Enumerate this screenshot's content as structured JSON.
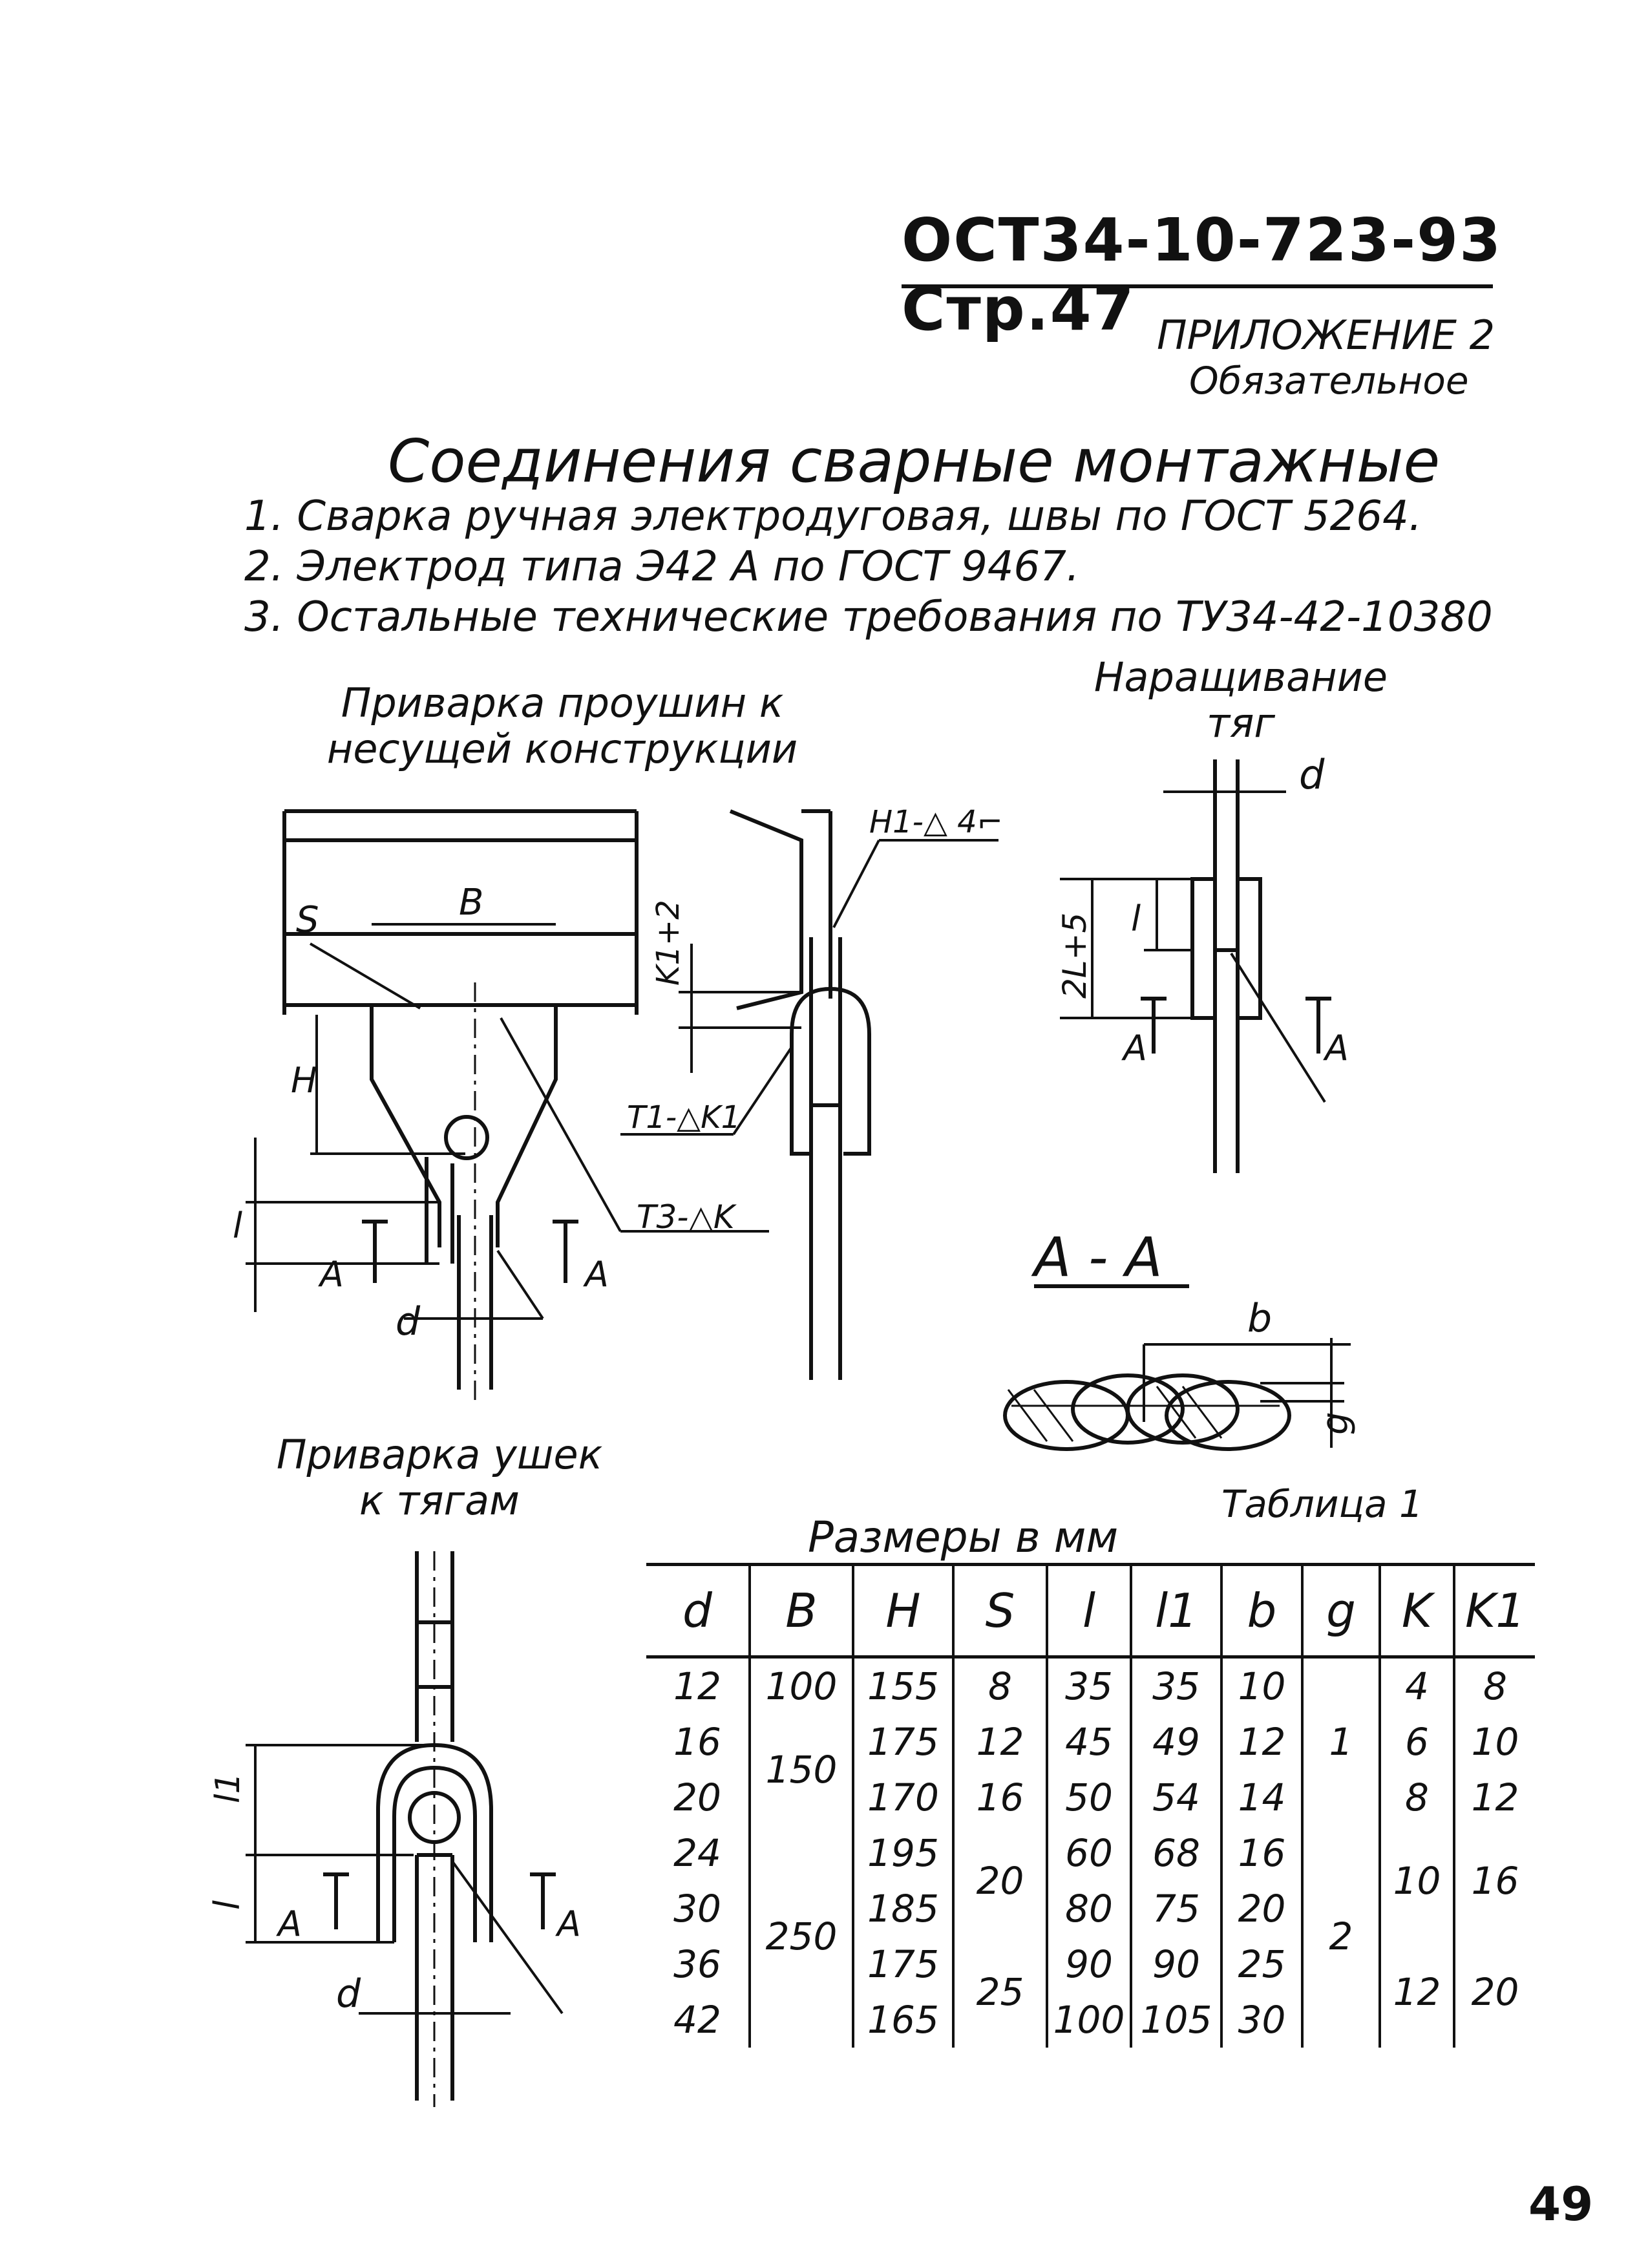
{
  "header": {
    "doc_code": "ОСТ34-10-723-93 Стр.47",
    "appendix": "ПРИЛОЖЕНИЕ 2",
    "appendix_note": "Обязательное"
  },
  "title": "Соединения сварные монтажные",
  "requirements": [
    "1. Сварка ручная электродуговая, швы по ГОСТ 5264.",
    "2. Электрод типа Э42 А по ГОСТ 9467.",
    "3. Остальные технические требования по ТУ34-42-10380"
  ],
  "captions": {
    "eye_welding": "Приварка проушин к несущей конструкции",
    "rod_extension": "Наращивание тяг",
    "section": "А - А",
    "ear_welding": "Приварка ушек к тягам"
  },
  "drawing_labels": {
    "s": "S",
    "b_upper": "B",
    "h": "H",
    "l": "l",
    "d": "d",
    "a": "A",
    "k1_plus2": "K1+2",
    "weld_h1": "Н1-△ 4⌐",
    "weld_t1": "Т1-△K1",
    "weld_t3": "Т3-△K",
    "two_l_plus5": "2L+5",
    "b_lower": "b",
    "g": "g",
    "l1": "l1"
  },
  "table": {
    "ref": "Таблица 1",
    "caption": "Размеры в мм",
    "columns": [
      "d",
      "B",
      "H",
      "S",
      "l",
      "l1",
      "b",
      "g",
      "K",
      "K1"
    ],
    "d": [
      "12",
      "16",
      "20",
      "24",
      "30",
      "36",
      "42"
    ],
    "B": [
      "100",
      "150",
      "250"
    ],
    "H": [
      "155",
      "175",
      "170",
      "195",
      "185",
      "175",
      "165"
    ],
    "S": [
      "8",
      "12",
      "16",
      "20",
      "25"
    ],
    "l": [
      "35",
      "45",
      "50",
      "60",
      "80",
      "90",
      "100"
    ],
    "l1": [
      "35",
      "49",
      "54",
      "68",
      "75",
      "90",
      "105"
    ],
    "b": [
      "10",
      "12",
      "14",
      "16",
      "20",
      "25",
      "30"
    ],
    "g": [
      "1",
      "2"
    ],
    "K": [
      "4",
      "6",
      "8",
      "10",
      "12"
    ],
    "K1": [
      "8",
      "10",
      "12",
      "16",
      "20"
    ]
  },
  "page_number": "49"
}
